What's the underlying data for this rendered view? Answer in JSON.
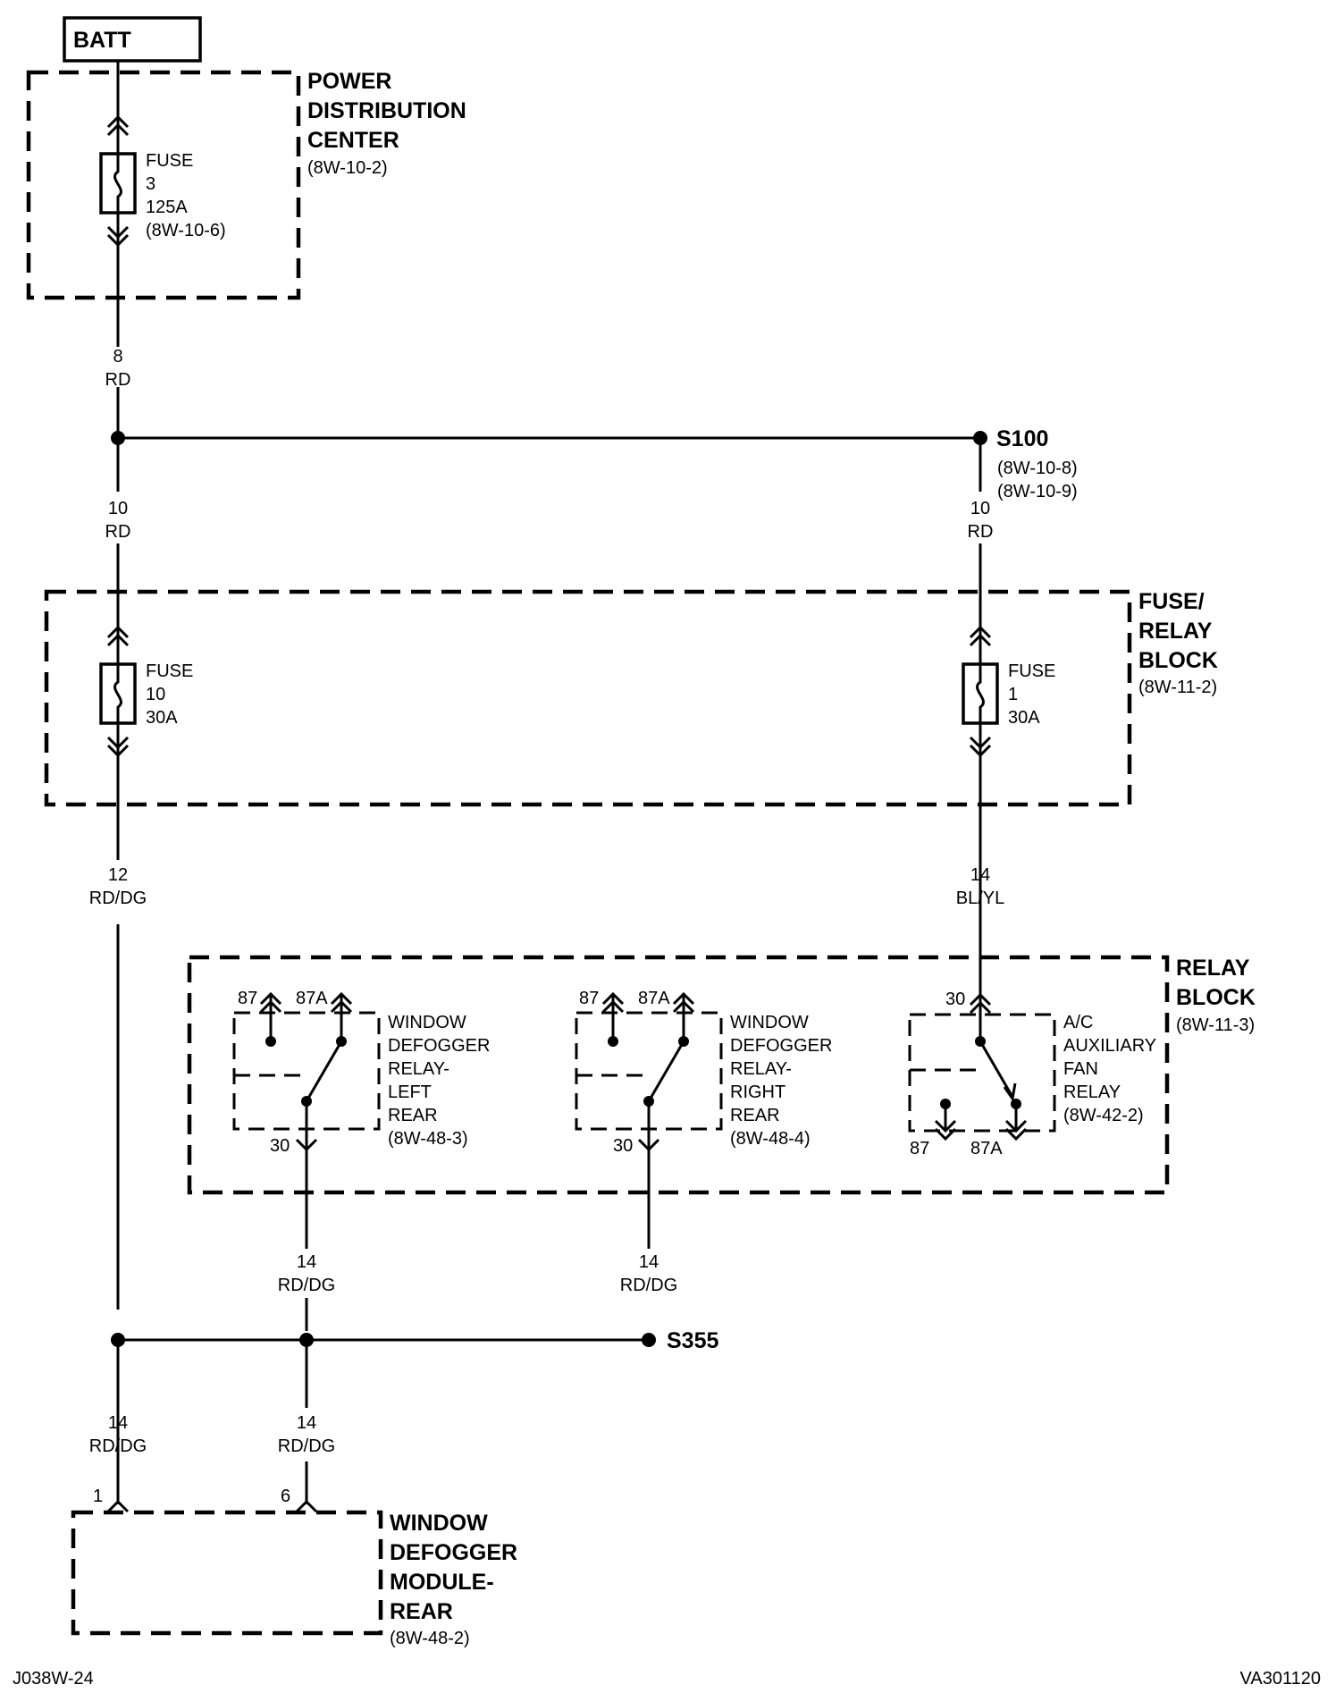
{
  "batt": "BATT",
  "pdc": {
    "lines": [
      "POWER",
      "DISTRIBUTION",
      "CENTER"
    ],
    "ref": "(8W-10-2)",
    "fuse": [
      "FUSE",
      "3",
      "125A",
      "(8W-10-6)"
    ]
  },
  "wire_8_rd": [
    "8",
    "RD"
  ],
  "splice_s100": {
    "name": "S100",
    "refs": [
      "(8W-10-8)",
      "(8W-10-9)"
    ]
  },
  "wire_10_rd_left": [
    "10",
    "RD"
  ],
  "wire_10_rd_right": [
    "10",
    "RD"
  ],
  "frb": {
    "lines": [
      "FUSE/",
      "RELAY",
      "BLOCK"
    ],
    "ref": "(8W-11-2)",
    "fuse_left": [
      "FUSE",
      "10",
      "30A"
    ],
    "fuse_right": [
      "FUSE",
      "1",
      "30A"
    ]
  },
  "wire_12_rddg": [
    "12",
    "RD/DG"
  ],
  "wire_14_blyl": [
    "14",
    "BL/YL"
  ],
  "relay_block": {
    "lines": [
      "RELAY",
      "BLOCK"
    ],
    "ref": "(8W-11-3)",
    "relay_left": {
      "pin87": "87",
      "pin87a": "87A",
      "pin30": "30",
      "label": [
        "WINDOW",
        "DEFOGGER",
        "RELAY-",
        "LEFT",
        "REAR",
        "(8W-48-3)"
      ]
    },
    "relay_right": {
      "pin87": "87",
      "pin87a": "87A",
      "pin30": "30",
      "label": [
        "WINDOW",
        "DEFOGGER",
        "RELAY-",
        "RIGHT",
        "REAR",
        "(8W-48-4)"
      ]
    },
    "relay_ac": {
      "pin30": "30",
      "pin87": "87",
      "pin87a": "87A",
      "label": [
        "A/C",
        "AUXILIARY",
        "FAN",
        "RELAY",
        "(8W-42-2)"
      ]
    }
  },
  "wire_14_rddg_a": [
    "14",
    "RD/DG"
  ],
  "wire_14_rddg_b": [
    "14",
    "RD/DG"
  ],
  "splice_s355": "S355",
  "wire_14_rddg_c": [
    "14",
    "RD/DG"
  ],
  "wire_14_rddg_d": [
    "14",
    "RD/DG"
  ],
  "module": {
    "pin1": "1",
    "pin6": "6",
    "lines": [
      "WINDOW",
      "DEFOGGER",
      "MODULE-",
      "REAR"
    ],
    "ref": "(8W-48-2)"
  },
  "footer_left": "J038W-24",
  "footer_right": "VA301120"
}
